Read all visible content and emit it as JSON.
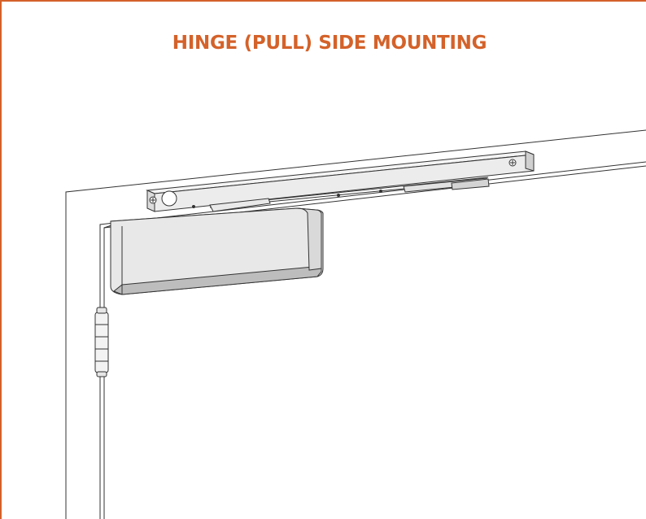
{
  "title": "HINGE (PULL) SIDE MOUNTING",
  "colors": {
    "accent": "#d4622a",
    "line": "#333333",
    "fill_light": "#f0f0f0",
    "fill_mid": "#d9d9d9",
    "fill_dark": "#bdbdbd"
  },
  "components": [
    "door-frame",
    "door",
    "hinge",
    "closer-arm-track",
    "door-closer-body"
  ]
}
